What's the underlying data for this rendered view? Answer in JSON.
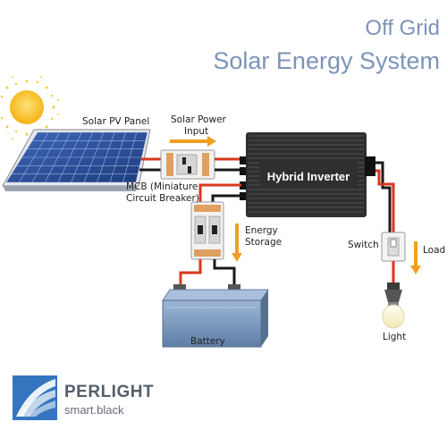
{
  "title": {
    "line1": "Off Grid",
    "line2": "Solar Energy System"
  },
  "labels": {
    "solar_panel": "Solar PV Panel",
    "solar_power_input_1": "Solar Power",
    "solar_power_input_2": "Input",
    "mcb_1": "MCB (Miniature",
    "mcb_2": "Circuit Breaker)",
    "inverter": "Hybrid Inverter",
    "energy_storage_1": "Energy",
    "energy_storage_2": "Storage",
    "switch": "Switch",
    "load": "Load",
    "battery": "Battery",
    "light": "Light"
  },
  "brand": {
    "name": "PERLIGHT",
    "tagline": "smart.black"
  },
  "colors": {
    "title": "#7d93b8",
    "wire_red": "#d9371c",
    "wire_black": "#1a1a1a",
    "arrow": "#f0a020",
    "inverter": "#2f2f31",
    "battery": "#7f9bbf",
    "sun": "#f7c21a"
  }
}
